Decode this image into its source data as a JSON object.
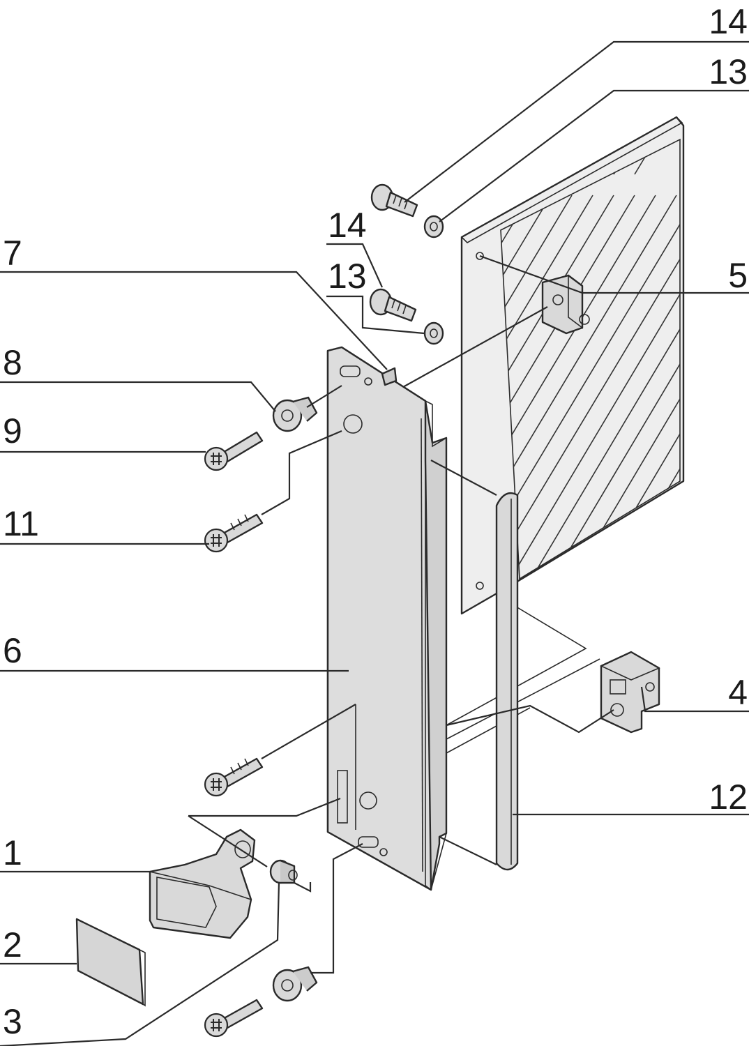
{
  "labels": {
    "l14a": "14",
    "l13a": "13",
    "l14b": "14",
    "l13b": "13",
    "l7": "7",
    "l5": "5",
    "l8": "8",
    "l9": "9",
    "l11": "11",
    "l6": "6",
    "l4": "4",
    "l12": "12",
    "l1": "1",
    "l2": "2",
    "l3": "3"
  },
  "colors": {
    "part_fill": "#d9d9d9",
    "part_dark": "#bdbdbd",
    "panel_fill": "#eeeeee",
    "line": "#2a2a2a"
  }
}
